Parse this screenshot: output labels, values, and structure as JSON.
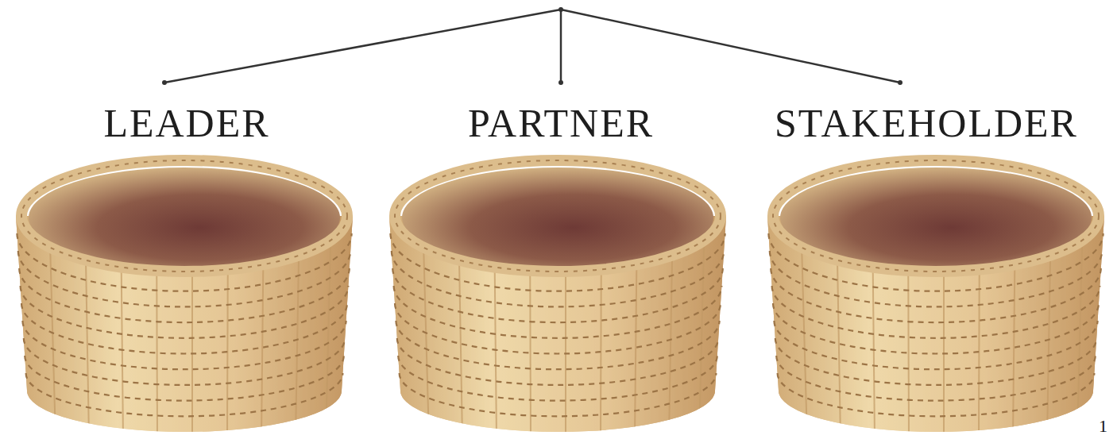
{
  "diagram": {
    "nodes": [
      {
        "text": [
          "LEADER"
        ]
      },
      {
        "text": [
          "PARTNER"
        ]
      },
      {
        "text": [
          "STAKEHOLDER"
        ]
      }
    ],
    "labels": [
      "1"
    ]
  }
}
